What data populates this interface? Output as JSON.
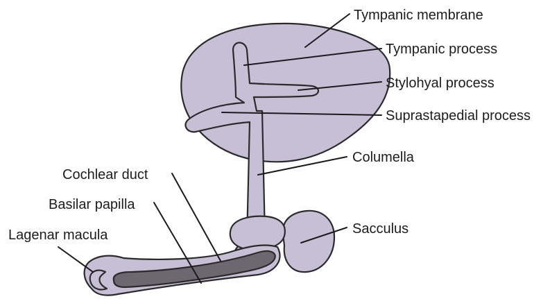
{
  "colors": {
    "tissue_fill": "#c6bfd6",
    "papilla_fill": "#6c6770",
    "outline": "#2a2a2a",
    "label_text": "#1c1c1c",
    "background": "#ffffff"
  },
  "labels": {
    "tympanic_membrane": "Tympanic membrane",
    "tympanic_process": "Tympanic process",
    "stylohyal_process": "Stylohyal process",
    "suprastapedial_process": "Suprastapedial process",
    "columella": "Columella",
    "cochlear_duct": "Cochlear duct",
    "basilar_papilla": "Basilar papilla",
    "lagenar_macula": "Lagenar macula",
    "sacculus": "Sacculus"
  }
}
